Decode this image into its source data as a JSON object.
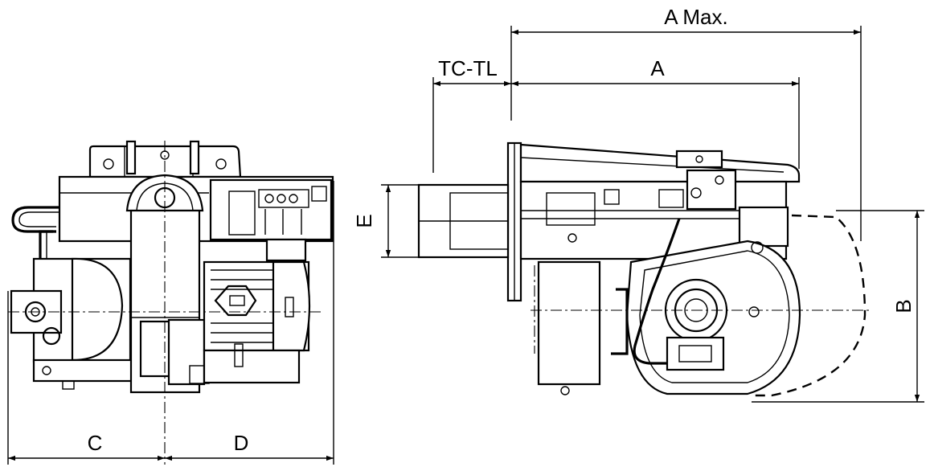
{
  "dimensions": {
    "a_max": "A Max.",
    "a": "A",
    "tc_tl": "TC-TL",
    "e": "E",
    "b": "B",
    "c": "C",
    "d": "D"
  },
  "colors": {
    "line": "#000000",
    "background": "#ffffff"
  }
}
